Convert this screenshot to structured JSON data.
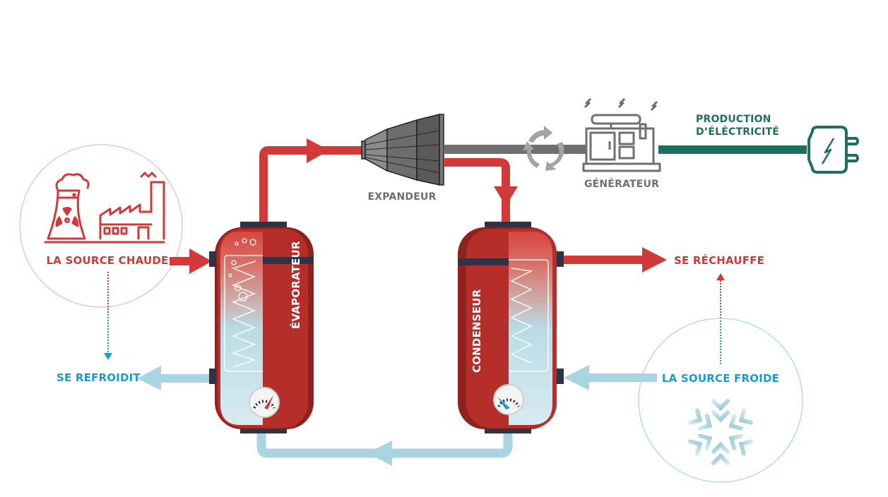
{
  "diagram": {
    "hot_source": {
      "label": "LA SOURCE CHAUDE",
      "icon": "factory-nuclear-plant-icon"
    },
    "cold_source": {
      "label": "LA SOURCE FROIDE",
      "icon": "snowflake-icon"
    },
    "cools_label": "SE REFROIDIT",
    "heats_label": "SE RÉCHAUFFE",
    "evaporator_label": "ÉVAPORATEUR",
    "condenser_label": "CONDENSEUR",
    "expander_label": "EXPANDEUR",
    "generator_label": "GÉNÉRATEUR",
    "electricity_label_line1": "PRODUCTION",
    "electricity_label_line2": "D’ÉLÉCTRICITÉ",
    "colors": {
      "hot": "#d23a3a",
      "hot_dark": "#a82a26",
      "cold": "#a9d5e0",
      "cold_text": "#1b9ad6",
      "tank_red": "#b52e2a",
      "tank_dark": "#8e221f",
      "connector": "#2e3445",
      "gray": "#6f6f6f",
      "green": "#1e6e62"
    }
  }
}
